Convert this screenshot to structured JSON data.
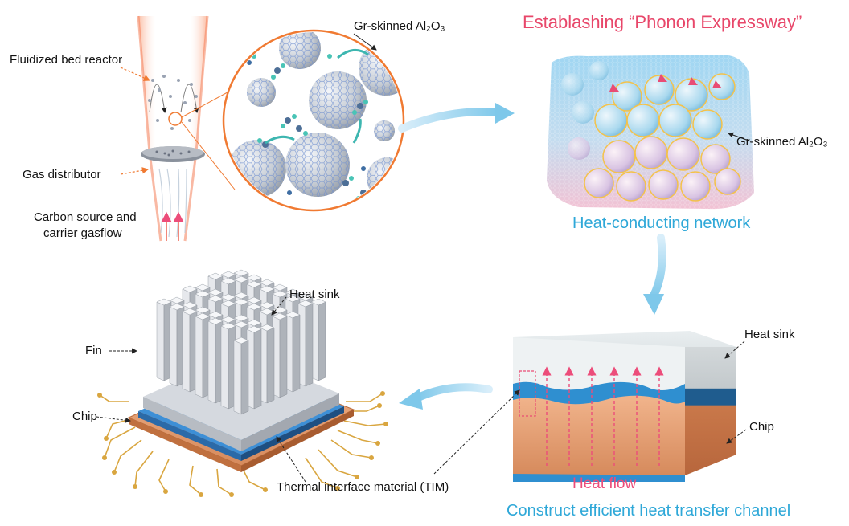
{
  "reactor": {
    "label_reactor": "Fluidized bed reactor",
    "label_distributor": "Gas distributor",
    "label_flow_line1": "Carbon source and",
    "label_flow_line2": "carrier gasflow"
  },
  "zoom": {
    "label_particle": "Gr-skinned Al₂O₃"
  },
  "network": {
    "title": "Establashing “Phonon Expressway”",
    "label_particle": "Gr-skinned Al₂O₃",
    "caption": "Heat-conducting network"
  },
  "channel": {
    "label_heat_sink": "Heat sink",
    "label_chip": "Chip",
    "heat_flow": "Heat flow",
    "caption": "Construct efficient heat transfer channel"
  },
  "device": {
    "label_heat_sink": "Heat sink",
    "label_fin": "Fin",
    "label_chip": "Chip",
    "label_tim": "Thermal interface material (TIM)"
  },
  "colors": {
    "pink_title": "#e8476a",
    "blue_caption": "#2fa8d8",
    "arrow_blue": "#7ec8ea",
    "accent_orange": "#f07a32",
    "heat_arrow": "#ec4d7a"
  }
}
